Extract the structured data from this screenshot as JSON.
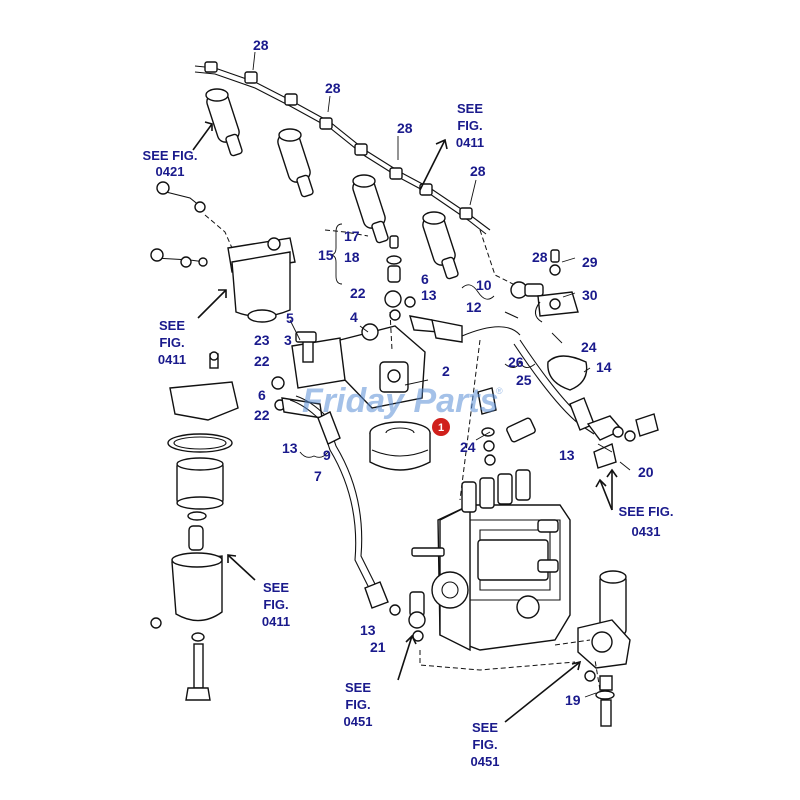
{
  "diagram": {
    "labels": {
      "p28a": "28",
      "p28b": "28",
      "p28c": "28",
      "p28d": "28",
      "p28e": "28",
      "p29": "29",
      "p30": "30",
      "p17": "17",
      "p18": "18",
      "p15": "15",
      "p6a": "6",
      "p6b": "6",
      "p22a": "22",
      "p22b": "22",
      "p22c": "22",
      "p13a": "13",
      "p13b": "13",
      "p13c": "13",
      "p13d": "13",
      "p10": "10",
      "p12": "12",
      "p5": "5",
      "p4": "4",
      "p3": "3",
      "p23": "23",
      "p2": "2",
      "p26": "26",
      "p25": "25",
      "p24a": "24",
      "p24b": "24",
      "p14": "14",
      "p9": "9",
      "p7": "7",
      "p20": "20",
      "p21": "21",
      "p19": "19"
    },
    "refs": {
      "r0421": [
        "SEE FIG.",
        "0421"
      ],
      "r0411a": [
        "SEE",
        "FIG.",
        "0411"
      ],
      "r0411b": [
        "SEE",
        "FIG.",
        "0411"
      ],
      "r0411c": [
        "SEE",
        "FIG.",
        "0411"
      ],
      "r0431": [
        "SEE FIG.",
        "0431"
      ],
      "r0451a": [
        "SEE",
        "FIG.",
        "0451"
      ],
      "r0451b": [
        "SEE",
        "FIG.",
        "0451"
      ]
    },
    "badge": "1"
  },
  "watermark": {
    "text": "Friday Parts",
    "mark": "®"
  },
  "colors": {
    "label": "#1a1a8c",
    "line": "#111111",
    "watermark": "#5b8fd6",
    "badge": "#d0201c"
  }
}
